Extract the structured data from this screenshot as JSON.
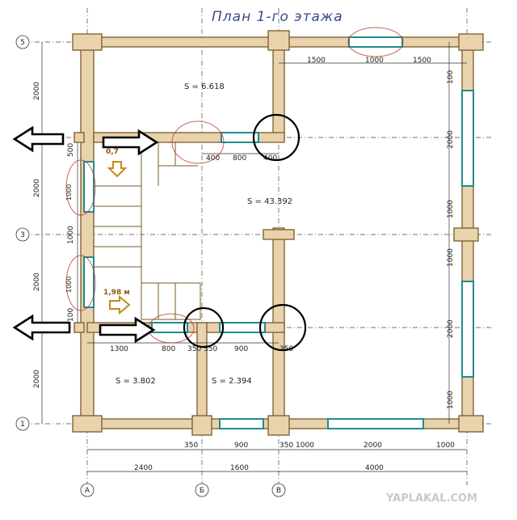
{
  "title": "План 1-го этажа",
  "watermark": "YAPLAKAL.COM",
  "axes_h": [
    "5",
    "3",
    "1"
  ],
  "axes_v": [
    "А",
    "Б",
    "В"
  ],
  "areas": {
    "a1": "S   = 6.618",
    "a2": "S   = 43.392",
    "a3": "S   = 3.802",
    "a4": "S   = 2.394"
  },
  "stair_label": "1,98 м",
  "stair_label_partial": "0,7",
  "dims_top": [
    "1500",
    "1000",
    "1500"
  ],
  "dims_mid": [
    "400",
    "800",
    "400"
  ],
  "dims_row": [
    "1300",
    "800",
    "350",
    "350",
    "900",
    "350"
  ],
  "dims_bottom_walls": [
    "350",
    "900",
    "350",
    "1000",
    "2000",
    "1000"
  ],
  "dims_bottom_total": [
    "2400",
    "1600",
    "4000"
  ],
  "dims_left": [
    "2000",
    "500",
    "2000",
    "1000",
    "2000",
    "100",
    "2000"
  ],
  "dims_left_inner": [
    "1000",
    "1000"
  ],
  "dims_right": [
    "100",
    "2000",
    "1000",
    "1000",
    "2000",
    "1000"
  ],
  "colors": {
    "wall": "#e8d3ad",
    "window": "#1e8c8c",
    "title": "#3a4a8c",
    "highlight_red": "#c0392b",
    "stair_arrow": "#c58a1a"
  }
}
